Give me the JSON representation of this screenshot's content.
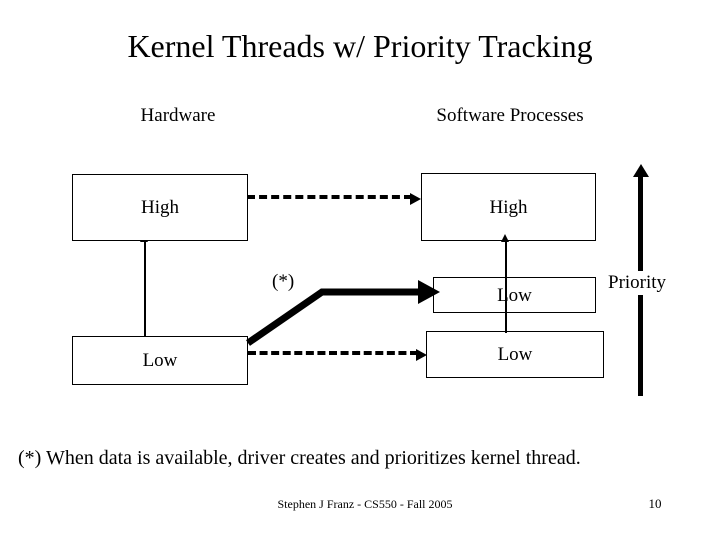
{
  "slide": {
    "title": "Kernel Threads w/ Priority Tracking",
    "background_color": "#ffffff",
    "ink_color": "#000000"
  },
  "columns": {
    "hardware_header": "Hardware",
    "software_header": "Software Processes"
  },
  "boxes": {
    "hardware_high": "High",
    "hardware_low": "Low",
    "software_high": "High",
    "software_low_upper": "Low",
    "software_low_lower": "Low"
  },
  "annotations": {
    "star_marker": "(*)",
    "priority_axis_label": "Priority",
    "footnote": "(*) When data is available, driver creates and prioritizes kernel thread."
  },
  "footer": {
    "credit": "Stephen J Franz - CS550 - Fall 2005",
    "page_number": "10"
  }
}
